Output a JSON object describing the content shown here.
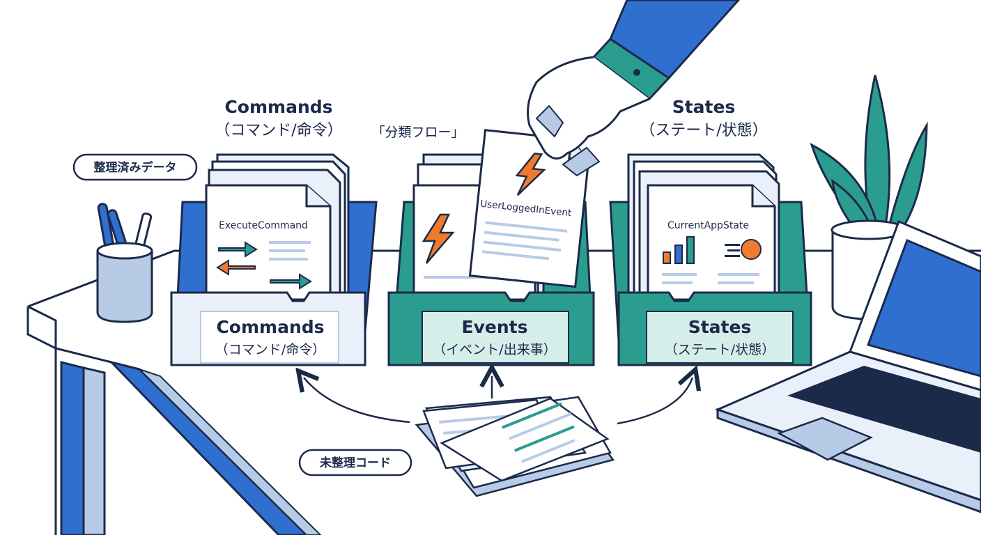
{
  "diagram": {
    "flow_label": "「分類フロー」",
    "organized_label": "整理済みデータ",
    "unsorted_label": "未整理コード",
    "commands": {
      "heading": "Commands",
      "heading_sub": "（コマンド/命令）",
      "box_title": "Commands",
      "box_sub": "（コマンド/命令）",
      "doc_title": "ExecuteCommand"
    },
    "events": {
      "box_title": "Events",
      "box_sub": "（イベント/出来事）",
      "doc_title": "UserLoggedInEvent"
    },
    "states": {
      "heading": "States",
      "heading_sub": "（ステート/状態）",
      "box_title": "States",
      "box_sub": "（ステート/状態）",
      "doc_title": "CurrentAppState"
    }
  },
  "colors": {
    "navy": "#1c2a4a",
    "blue": "#2f6fd0",
    "light_blue": "#b8cbe6",
    "teal": "#2a9d8f",
    "light_teal": "#d6eeea",
    "orange": "#f07b2c",
    "pale": "#e9f0fa"
  }
}
